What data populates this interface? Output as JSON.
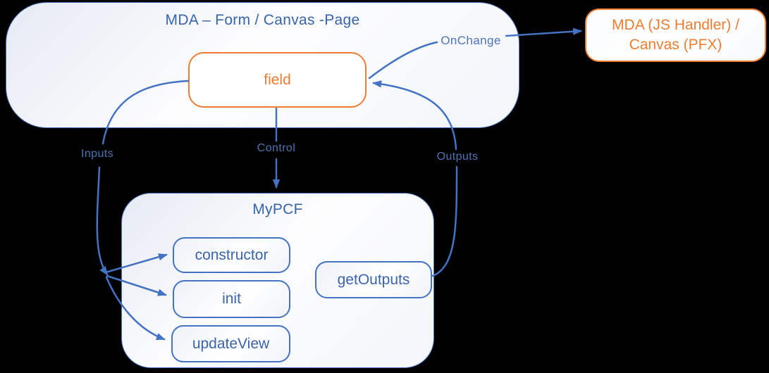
{
  "diagram": {
    "type": "flow-diagram",
    "colors": {
      "connector_blue": "#4472c4",
      "container_border_blue": "#4671b8",
      "blue_text": "#3864ae",
      "edge_label_blue": "#4e74b4",
      "orange": "#ed7d31",
      "page_background": "#000000"
    },
    "containers": {
      "mda": {
        "title": "MDA – Form / Canvas -Page"
      },
      "mypcf": {
        "title": "MyPCF"
      }
    },
    "nodes": {
      "field": {
        "label": "field"
      },
      "handler": {
        "label_line1": "MDA (JS Handler) /",
        "label_line2": "Canvas (PFX)"
      },
      "constructor": {
        "label": "constructor"
      },
      "init": {
        "label": "init"
      },
      "updateView": {
        "label": "updateView"
      },
      "getOutputs": {
        "label": "getOutputs"
      }
    },
    "edges": [
      {
        "from": "field",
        "to": "constructor|init|updateView",
        "label": "Inputs"
      },
      {
        "from": "field",
        "to": "MyPCF",
        "label": "Control"
      },
      {
        "from": "getOutputs",
        "to": "field",
        "label": "Outputs"
      },
      {
        "from": "field",
        "to": "handler",
        "label": "OnChange"
      }
    ]
  }
}
